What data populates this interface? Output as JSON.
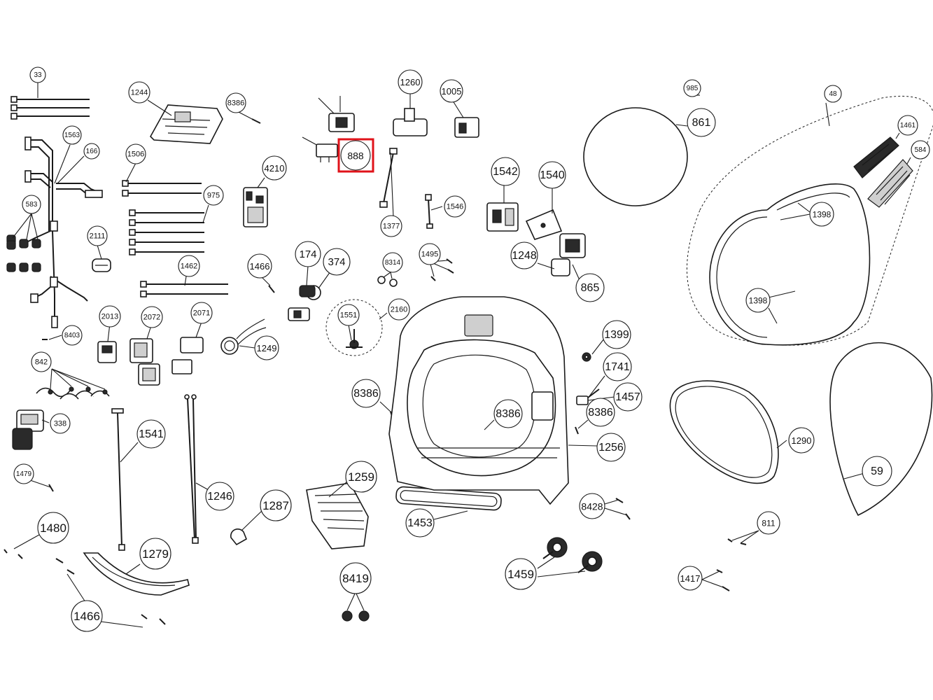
{
  "highlight": {
    "label": "888",
    "color": "#e0131a"
  },
  "callouts": [
    "33",
    "1244",
    "8386",
    "985",
    "1260",
    "1005",
    "48",
    "861",
    "1461",
    "584",
    "1563",
    "166",
    "1506",
    "888",
    "1377",
    "1546",
    "1542",
    "1540",
    "1398",
    "583",
    "975",
    "4210",
    "2111",
    "1248",
    "865",
    "174",
    "374",
    "8314",
    "1495",
    "1466",
    "1462",
    "2160",
    "1551",
    "1399",
    "2013",
    "2072",
    "2071",
    "8403",
    "1249",
    "1741",
    "1457",
    "842",
    "8386",
    "8386",
    "8386",
    "338",
    "1541",
    "1256",
    "1290",
    "59",
    "1479",
    "1246",
    "1259",
    "1287",
    "8428",
    "1480",
    "1453",
    "811",
    "1279",
    "1459",
    "1417",
    "8419",
    "1466",
    "1398"
  ]
}
